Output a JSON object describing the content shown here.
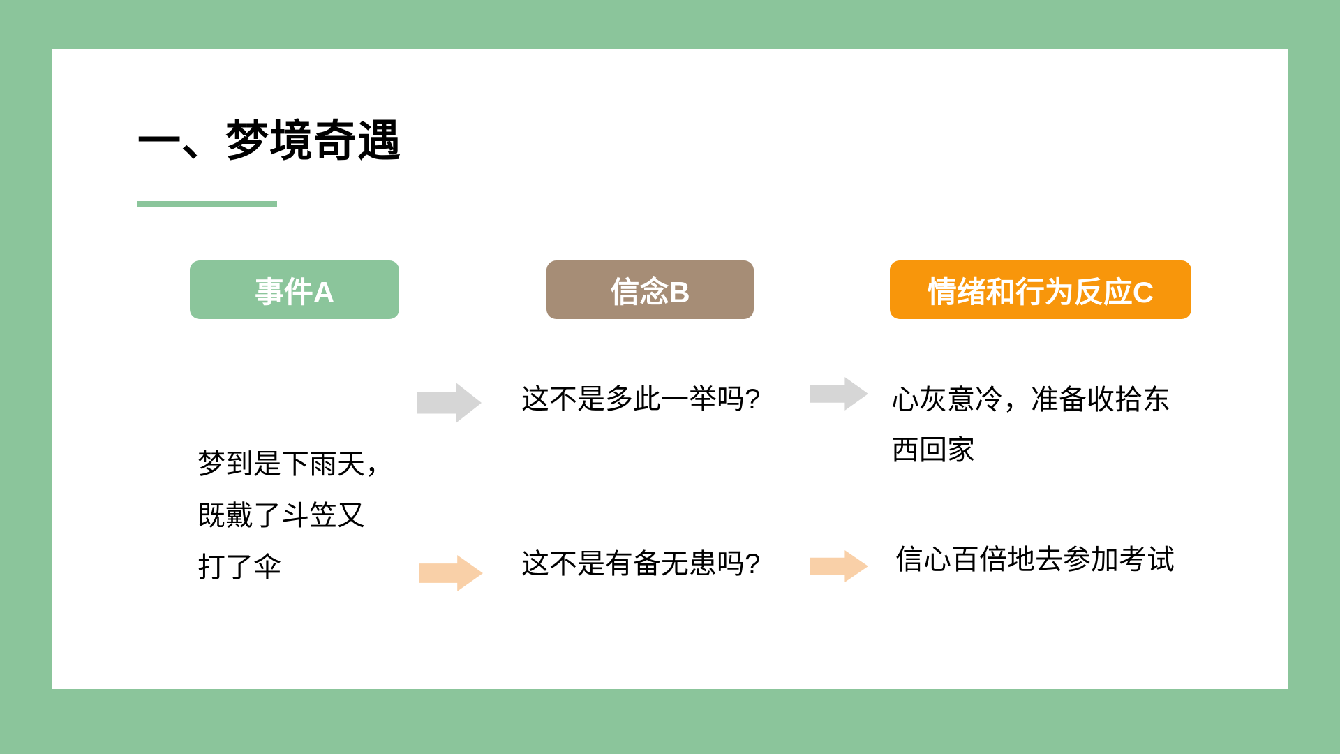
{
  "slide": {
    "title": "一、梦境奇遇",
    "colors": {
      "background_green": "#8bc59b",
      "panel_white": "#ffffff",
      "underline_green": "#8bc59b",
      "box_green": "#8bc59b",
      "box_brown": "#a68d76",
      "box_orange": "#f8960b",
      "arrow_gray": "#d6d6d6",
      "arrow_peach": "#f9d0a8",
      "text_black": "#000000",
      "box_text_white": "#ffffff"
    },
    "headers": [
      {
        "id": "event-a",
        "label": "事件A",
        "color": "#8bc59b"
      },
      {
        "id": "belief-b",
        "label": "信念B",
        "color": "#a68d76"
      },
      {
        "id": "reaction-c",
        "label": "情绪和行为反应C",
        "color": "#f8960b"
      }
    ],
    "event_text": {
      "lines": [
        "梦到是下雨天，",
        "既戴了斗笠又",
        "打了伞"
      ]
    },
    "rows": [
      {
        "arrow_style": "gray",
        "belief": "这不是多此一举吗?",
        "reaction_lines": [
          "心灰意冷，准备收拾东",
          "西回家"
        ]
      },
      {
        "arrow_style": "peach",
        "belief": "这不是有备无患吗?",
        "reaction_lines": [
          "信心百倍地去参加考试"
        ]
      }
    ]
  }
}
